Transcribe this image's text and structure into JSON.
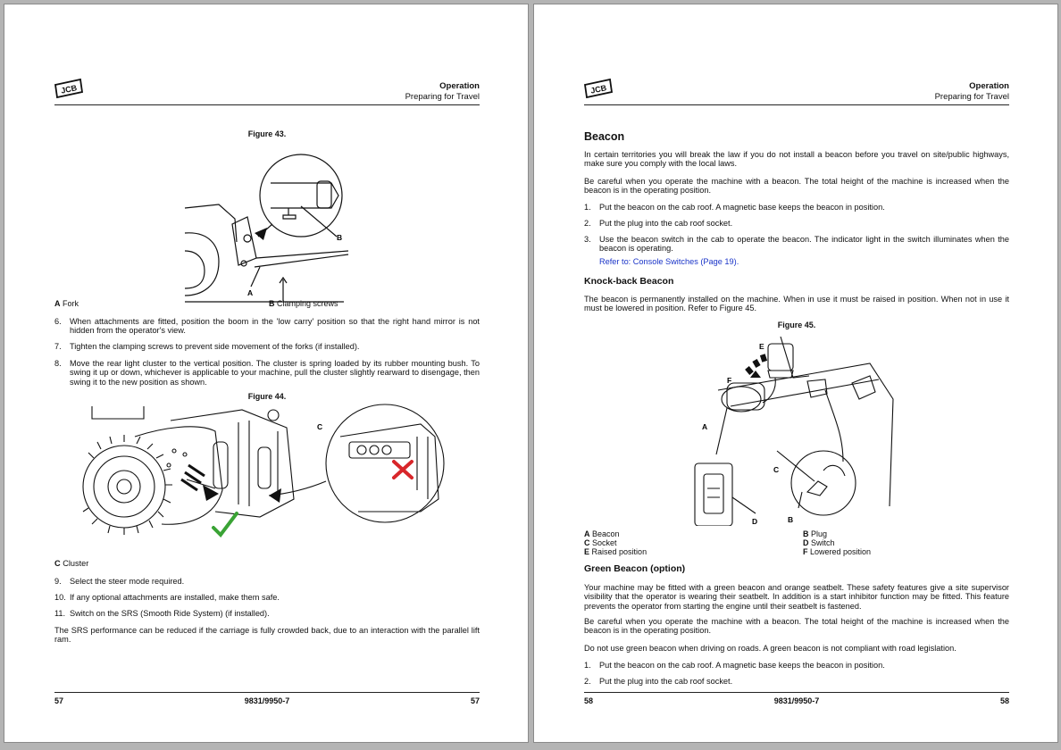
{
  "header": {
    "section": "Operation",
    "subsection": "Preparing for Travel"
  },
  "brand": {
    "logo_text": "JCB"
  },
  "left_page": {
    "figure43": {
      "title": "Figure 43.",
      "callout_a": "A",
      "callout_b": "B",
      "legend_a_key": "A",
      "legend_a": "Fork",
      "legend_b_key": "B",
      "legend_b": "Clamping screws"
    },
    "steps_1": [
      {
        "num": "6.",
        "text": "When attachments are fitted, position the boom in the 'low carry' position so that the right hand mirror is not hidden from the operator's view."
      },
      {
        "num": "7.",
        "text": "Tighten the clamping screws to prevent side movement of the forks (if installed)."
      },
      {
        "num": "8.",
        "text": "Move the rear light cluster to the vertical position. The cluster is spring loaded by its rubber mounting bush. To swing it up or down, whichever is applicable to your machine, pull the cluster slightly rearward to disengage, then swing it to the new position as shown."
      }
    ],
    "figure44": {
      "title": "Figure 44.",
      "callout_c": "C",
      "legend_c_key": "C",
      "legend_c": "Cluster"
    },
    "steps_2": [
      {
        "num": "9.",
        "text": "Select the steer mode required."
      },
      {
        "num": "10.",
        "text": "If any optional attachments are installed, make them safe."
      },
      {
        "num": "11.",
        "text": "Switch on the SRS (Smooth Ride System) (if installed)."
      }
    ],
    "srs_note": "The SRS performance can be reduced if the carriage is fully crowded back, due to an interaction with the parallel lift ram.",
    "footer": {
      "page_left": "57",
      "doc": "9831/9950-7",
      "page_right": "57"
    }
  },
  "right_page": {
    "beacon": {
      "heading": "Beacon",
      "para1": "In certain territories you will break the law if you do not install a beacon before you travel on site/public highways, make sure you comply with the local laws.",
      "para2": "Be careful when you operate the machine with a beacon. The total height of the machine is increased when the beacon is in the operating position.",
      "steps": [
        {
          "num": "1.",
          "text": "Put the beacon on the cab roof. A magnetic base keeps the beacon in position."
        },
        {
          "num": "2.",
          "text": "Put the plug into the cab roof socket."
        },
        {
          "num": "3.",
          "text": "Use the beacon switch in the cab to operate the beacon. The indicator light in the switch illuminates when the beacon is operating."
        }
      ],
      "refer_link": "Refer to: Console Switches (Page 19)."
    },
    "knockback": {
      "heading": "Knock-back Beacon",
      "para": "The beacon is permanently installed on the machine. When in use it must be raised in position. When not in use it must be lowered in position. Refer to Figure 45."
    },
    "figure45": {
      "title": "Figure 45.",
      "callouts": {
        "a": "A",
        "b": "B",
        "c": "C",
        "d": "D",
        "e": "E",
        "f": "F"
      },
      "legend": [
        {
          "key": "A",
          "label": "Beacon"
        },
        {
          "key": "C",
          "label": "Socket"
        },
        {
          "key": "E",
          "label": "Raised position"
        },
        {
          "key": "B",
          "label": "Plug"
        },
        {
          "key": "D",
          "label": "Switch"
        },
        {
          "key": "F",
          "label": "Lowered position"
        }
      ]
    },
    "green_beacon": {
      "heading": "Green Beacon (option)",
      "para1": "Your machine may be fitted with a green beacon and orange seatbelt. These safety features give a site supervisor visibility that the operator is wearing their seatbelt. In addition is a start inhibitor function may be fitted. This feature prevents the operator from starting the engine until their seatbelt is fastened.",
      "para2": "Be careful when you operate the machine with a beacon. The total height of the machine is increased when the beacon is in the operating position.",
      "para3": "Do not use green beacon when driving on roads. A green beacon is not compliant with road legislation.",
      "steps": [
        {
          "num": "1.",
          "text": "Put the beacon on the cab roof. A magnetic base keeps the beacon in position."
        },
        {
          "num": "2.",
          "text": "Put the plug into the cab roof socket."
        }
      ]
    },
    "footer": {
      "page_left": "58",
      "doc": "9831/9950-7",
      "page_right": "58"
    }
  },
  "colors": {
    "link": "#1a34c8",
    "check": "#3aa335",
    "cross": "#d8262a"
  },
  "icons": [
    "jcb-logo-icon",
    "check-icon",
    "cross-icon"
  ]
}
